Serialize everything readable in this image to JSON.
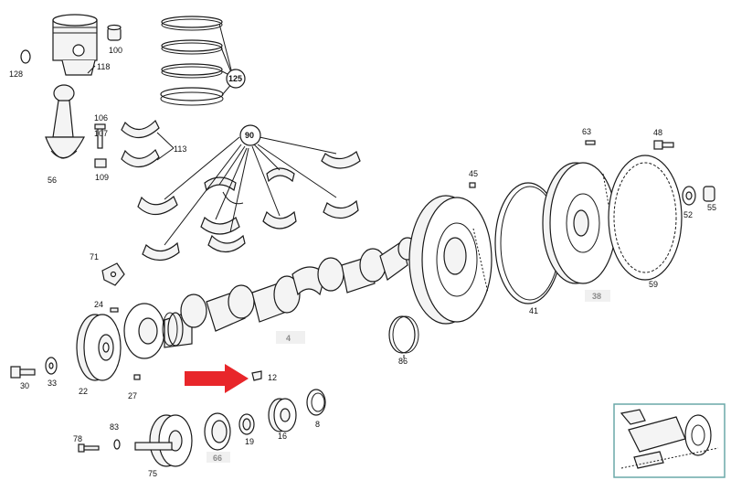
{
  "diagram": {
    "part_numbers": {
      "p100": "100",
      "p118": "118",
      "p128": "128",
      "p125": "125",
      "p106": "106",
      "p107": "107",
      "p109": "109",
      "p56": "56",
      "p113": "113",
      "p90": "90",
      "p63": "63",
      "p48": "48",
      "p45": "45",
      "p52": "52",
      "p55": "55",
      "p71": "71",
      "p24": "24",
      "p38": "38",
      "p59": "59",
      "p41": "41",
      "p4": "4",
      "p86": "86",
      "p30": "30",
      "p33": "33",
      "p22": "22",
      "p27": "27",
      "p12": "12",
      "p8": "8",
      "p78": "78",
      "p83": "83",
      "p75": "75",
      "p66": "66",
      "p19": "19",
      "p16": "16"
    },
    "colors": {
      "arrow": "#e8262a",
      "thumbnail_border": "#6aa8a8",
      "gray_label_text": "#8a8a8a"
    },
    "thumbnail": {
      "icon": "overview-thumbnail-icon"
    }
  }
}
